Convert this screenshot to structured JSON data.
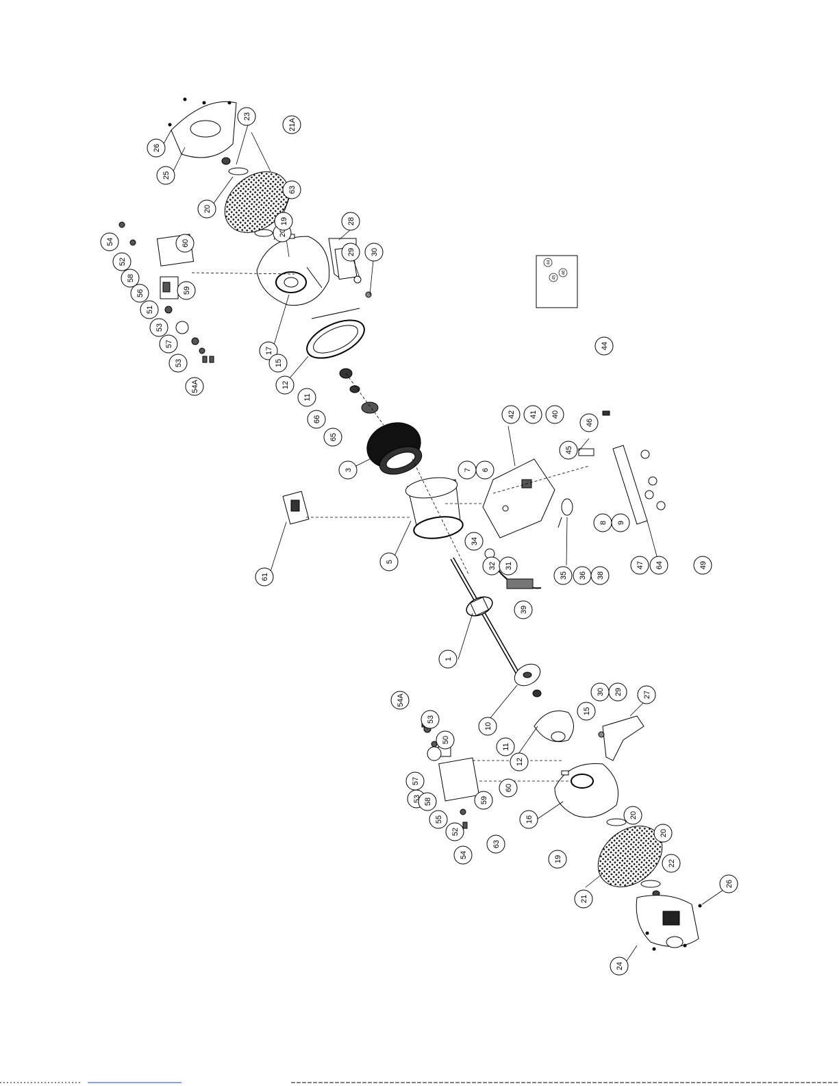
{
  "callouts": [
    {
      "id": "c26a",
      "label": "26"
    },
    {
      "id": "c25",
      "label": "25"
    },
    {
      "id": "c23",
      "label": "23"
    },
    {
      "id": "c21a",
      "label": "21A"
    },
    {
      "id": "c20a",
      "label": "20"
    },
    {
      "id": "c20b",
      "label": "20"
    },
    {
      "id": "c63a",
      "label": "63"
    },
    {
      "id": "c19a",
      "label": "19"
    },
    {
      "id": "c28",
      "label": "28"
    },
    {
      "id": "c29a",
      "label": "29"
    },
    {
      "id": "c30a",
      "label": "30"
    },
    {
      "id": "c54a",
      "label": "54"
    },
    {
      "id": "c52a",
      "label": "52"
    },
    {
      "id": "c58a",
      "label": "58"
    },
    {
      "id": "c56",
      "label": "56"
    },
    {
      "id": "c51",
      "label": "51"
    },
    {
      "id": "c53a",
      "label": "53"
    },
    {
      "id": "c57a",
      "label": "57"
    },
    {
      "id": "c53b",
      "label": "53"
    },
    {
      "id": "c54Aa",
      "label": "54A"
    },
    {
      "id": "c60a",
      "label": "60"
    },
    {
      "id": "c59a",
      "label": "59"
    },
    {
      "id": "c17",
      "label": "17"
    },
    {
      "id": "c15a",
      "label": "15"
    },
    {
      "id": "c12a",
      "label": "12"
    },
    {
      "id": "c11a",
      "label": "11"
    },
    {
      "id": "c66",
      "label": "66"
    },
    {
      "id": "c65",
      "label": "65"
    },
    {
      "id": "c3",
      "label": "3"
    },
    {
      "id": "c61",
      "label": "61"
    },
    {
      "id": "c5",
      "label": "5"
    },
    {
      "id": "c7",
      "label": "7"
    },
    {
      "id": "c6",
      "label": "6"
    },
    {
      "id": "c42",
      "label": "42"
    },
    {
      "id": "c41",
      "label": "41"
    },
    {
      "id": "c40",
      "label": "40"
    },
    {
      "id": "c46",
      "label": "46"
    },
    {
      "id": "c44",
      "label": "44"
    },
    {
      "id": "c45",
      "label": "45"
    },
    {
      "id": "c8",
      "label": "8"
    },
    {
      "id": "c9",
      "label": "9"
    },
    {
      "id": "c34",
      "label": "34"
    },
    {
      "id": "c32",
      "label": "32"
    },
    {
      "id": "c31",
      "label": "31"
    },
    {
      "id": "c35",
      "label": "35"
    },
    {
      "id": "c36",
      "label": "36"
    },
    {
      "id": "c38",
      "label": "38"
    },
    {
      "id": "c47",
      "label": "47"
    },
    {
      "id": "c64",
      "label": "64"
    },
    {
      "id": "c49",
      "label": "49"
    },
    {
      "id": "c39",
      "label": "39"
    },
    {
      "id": "c1",
      "label": "1"
    },
    {
      "id": "c10",
      "label": "10"
    },
    {
      "id": "c11b",
      "label": "11"
    },
    {
      "id": "c12b",
      "label": "12"
    },
    {
      "id": "c15b",
      "label": "15"
    },
    {
      "id": "c30b",
      "label": "30"
    },
    {
      "id": "c29b",
      "label": "29"
    },
    {
      "id": "c27",
      "label": "27"
    },
    {
      "id": "c54Ab",
      "label": "54A"
    },
    {
      "id": "c53c",
      "label": "53"
    },
    {
      "id": "c50",
      "label": "50"
    },
    {
      "id": "c57b",
      "label": "57"
    },
    {
      "id": "c53d",
      "label": "53"
    },
    {
      "id": "c58b",
      "label": "58"
    },
    {
      "id": "c55",
      "label": "55"
    },
    {
      "id": "c52b",
      "label": "52"
    },
    {
      "id": "c54b",
      "label": "54"
    },
    {
      "id": "c59b",
      "label": "59"
    },
    {
      "id": "c60b",
      "label": "60"
    },
    {
      "id": "c16",
      "label": "16"
    },
    {
      "id": "c63b",
      "label": "63"
    },
    {
      "id": "c19b",
      "label": "19"
    },
    {
      "id": "c20c",
      "label": "20"
    },
    {
      "id": "c21",
      "label": "21"
    },
    {
      "id": "c20d",
      "label": "20"
    },
    {
      "id": "c22",
      "label": "22"
    },
    {
      "id": "c26b",
      "label": "26"
    },
    {
      "id": "c24",
      "label": "24"
    }
  ],
  "inset_labels": [
    "44",
    "45",
    "46"
  ]
}
